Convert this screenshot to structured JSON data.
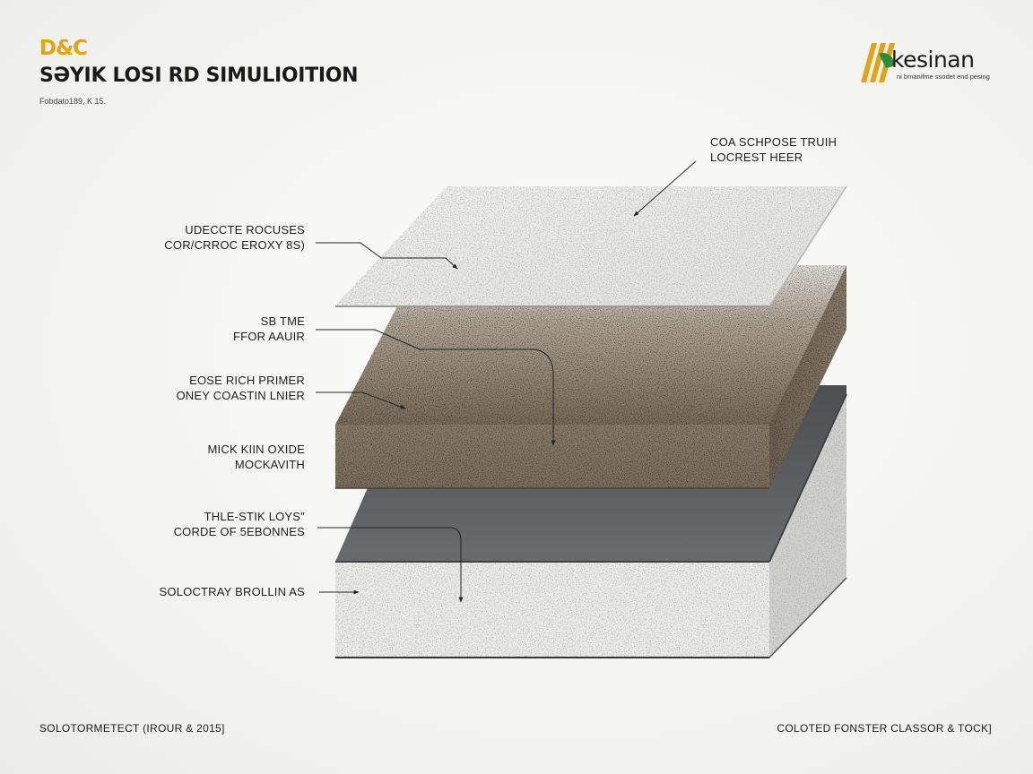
{
  "header": {
    "logo_mark": "D&C",
    "title": "SƏYIK LOSI RD SIMULIOITION",
    "subtitle": "Fobdato189, K 15."
  },
  "brand": {
    "name": "kesinan",
    "tagline": "ni bmanifme ssodet end pesing"
  },
  "labels": {
    "top_right": [
      "COA SCHPOSE TRUIH",
      "LOCREST HEER"
    ],
    "epoxy": [
      "UDECCTE ROCUSES",
      "COR/CRROC EROXY 8S)"
    ],
    "time": [
      "SB TME",
      "FFOR AAUIR"
    ],
    "primer": [
      "EOSE RICH PRIMER",
      "ONEY COASTIN LNIER"
    ],
    "oxide": [
      "MICK KIIN OXIDE",
      "MOCKAVITH"
    ],
    "stik": [
      "THLE-STIK LOYS\"",
      "CORDE OF 5EBONNES"
    ],
    "base": [
      "SOLOCTRAY BROLLIN AS"
    ]
  },
  "footer": {
    "left": "SOLOTORMETECT (IROUR & 2015]",
    "right": "COLOTED FONSTER CLASSOR & TOCK]"
  },
  "colors": {
    "accent": "#e4a317",
    "top_sheet": "#ebebe7",
    "brown_layer": "#8a7c6a",
    "grey_membrane": "#5c5d60",
    "foam_base": "#e9e9e9"
  }
}
